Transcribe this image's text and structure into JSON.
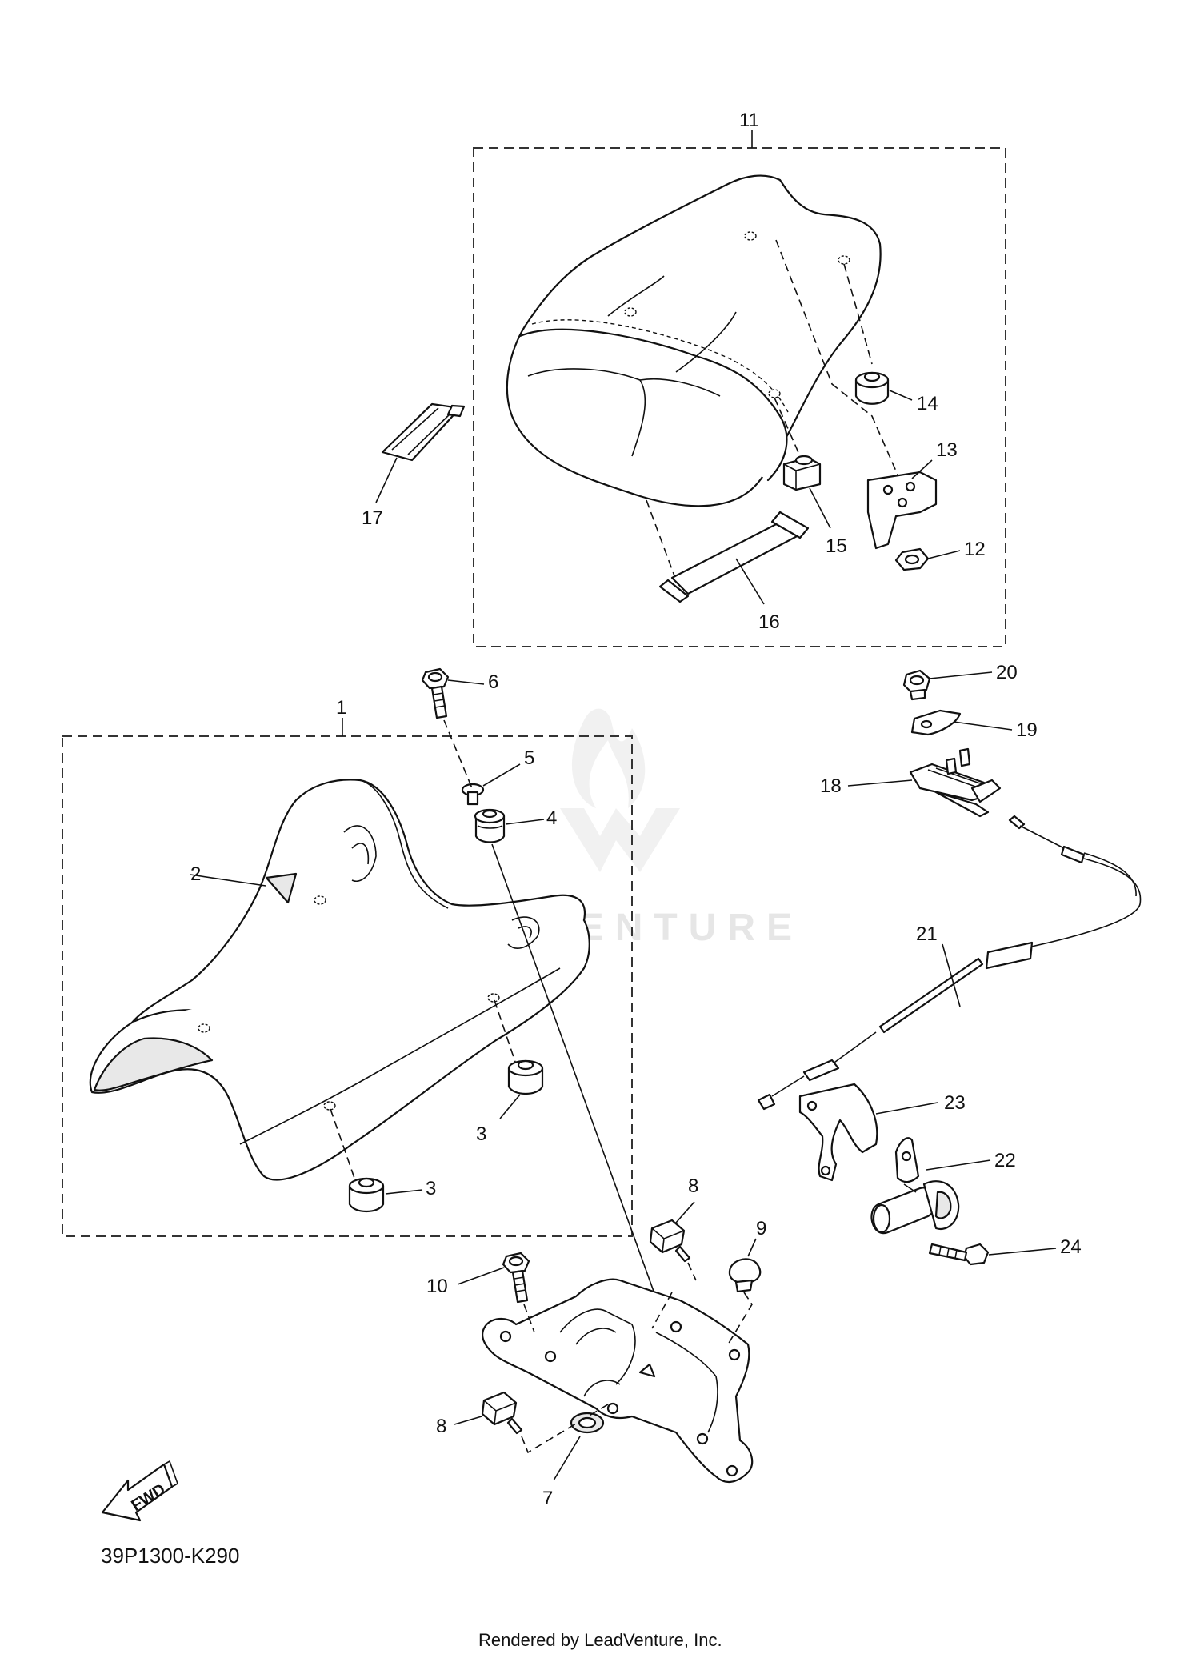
{
  "diagram": {
    "code": "39P1300-K290",
    "footer": "Rendered by LeadVenture, Inc.",
    "watermark": "LEADVENTURE",
    "fwd_label": "FWD",
    "callouts": {
      "c1": "1",
      "c2": "2",
      "c3a": "3",
      "c3b": "3",
      "c4": "4",
      "c5": "5",
      "c6": "6",
      "c7": "7",
      "c8a": "8",
      "c8b": "8",
      "c9": "9",
      "c10": "10",
      "c11": "11",
      "c12": "12",
      "c13": "13",
      "c14": "14",
      "c15": "15",
      "c16": "16",
      "c17": "17",
      "c18": "18",
      "c19": "19",
      "c20": "20",
      "c21": "21",
      "c22": "22",
      "c23": "23",
      "c24": "24"
    },
    "icons": {
      "watermark_logo": "leadventure-flame-logo",
      "fwd_arrow": "fwd-arrow-icon"
    }
  }
}
